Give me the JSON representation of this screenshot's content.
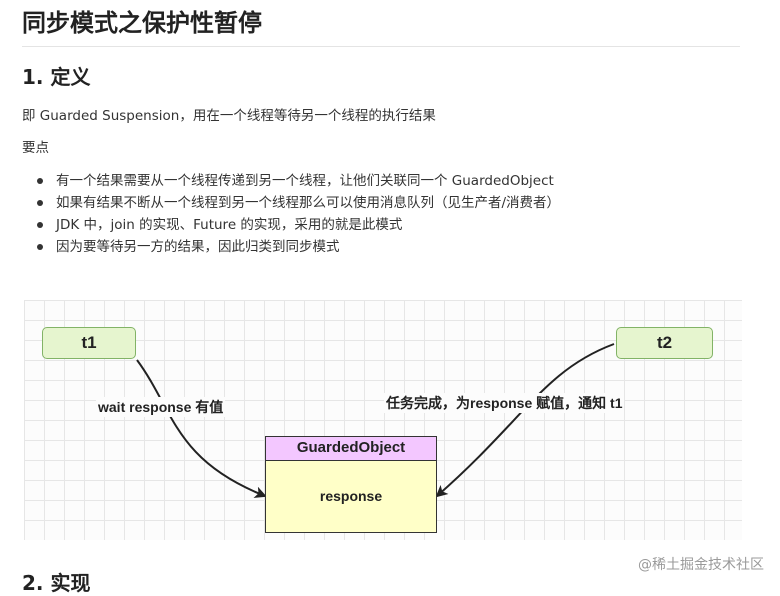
{
  "title": "同步模式之保护性暂停",
  "section1": {
    "heading": "1. 定义",
    "definition": "即 Guarded Suspension，用在一个线程等待另一个线程的执行结果",
    "points_title": "要点",
    "points": [
      "有一个结果需要从一个线程传递到另一个线程，让他们关联同一个 GuardedObject",
      "如果有结果不断从一个线程到另一个线程那么可以使用消息队列（见生产者/消费者）",
      "JDK 中，join 的实现、Future 的实现，采用的就是此模式",
      "因为要等待另一方的结果，因此归类到同步模式"
    ]
  },
  "diagram": {
    "t1": "t1",
    "t2": "t2",
    "object_title": "GuardedObject",
    "object_field": "response",
    "label_left": "wait response 有值",
    "label_right": "任务完成，为response 赋值，通知 t1"
  },
  "section2": {
    "heading": "2. 实现"
  },
  "watermark": "@稀土掘金技术社区",
  "colors": {
    "thread_fill": "#e6f5cf",
    "thread_border": "#82b366",
    "object_header": "#f3c7ff",
    "object_body": "#ffffc8"
  }
}
